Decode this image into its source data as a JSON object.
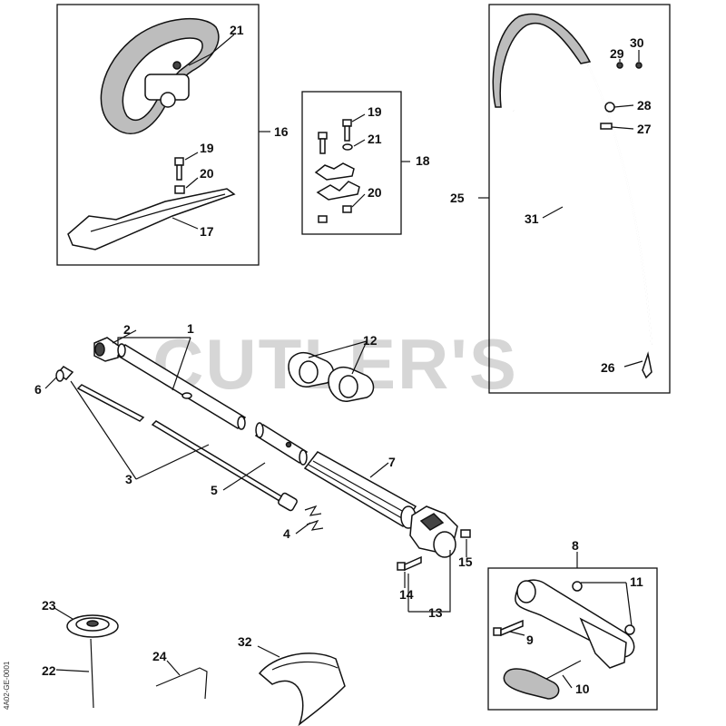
{
  "watermark": "CUTLER'S",
  "drawing_code": "4A02-GE-0001",
  "callouts": {
    "c1": "1",
    "c2": "2",
    "c3": "3",
    "c4": "4",
    "c5": "5",
    "c6": "6",
    "c7": "7",
    "c8": "8",
    "c9": "9",
    "c10": "10",
    "c11": "11",
    "c12": "12",
    "c13": "13",
    "c14": "14",
    "c15": "15",
    "c16": "16",
    "c17": "17",
    "c18": "18",
    "c19a": "19",
    "c19b": "19",
    "c20a": "20",
    "c20b": "20",
    "c21a": "21",
    "c21b": "21",
    "c22": "22",
    "c23": "23",
    "c24": "24",
    "c25": "25",
    "c26": "26",
    "c27": "27",
    "c28": "28",
    "c29": "29",
    "c30": "30",
    "c31": "31",
    "c32": "32"
  }
}
